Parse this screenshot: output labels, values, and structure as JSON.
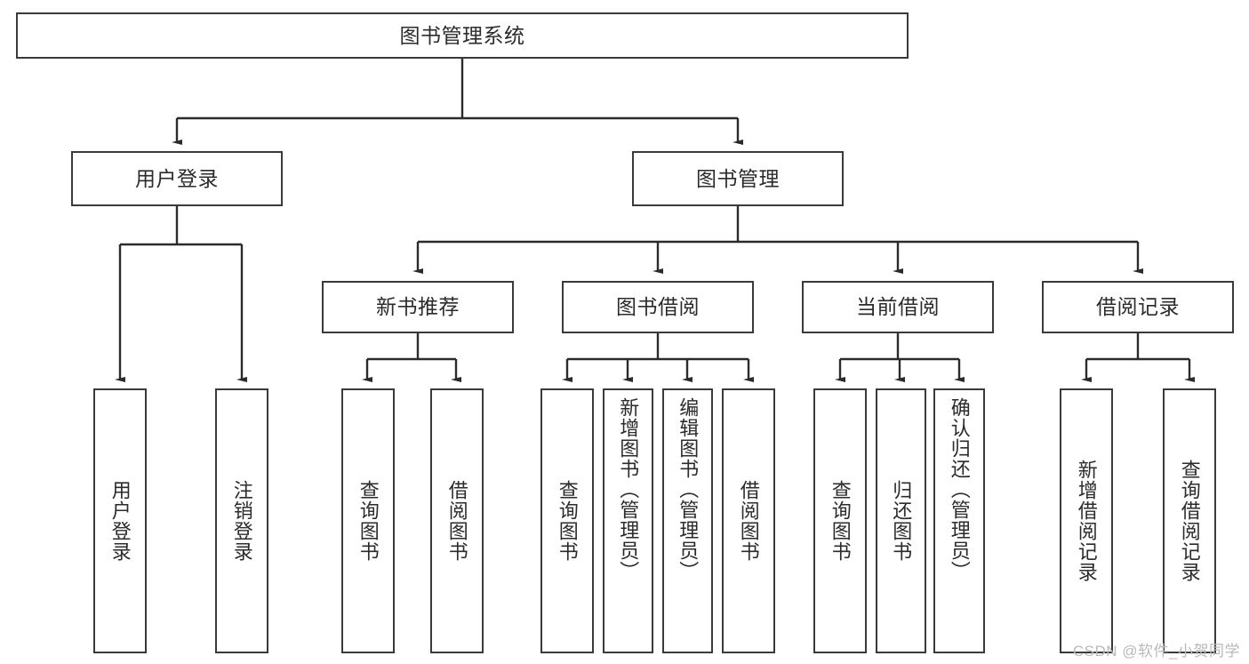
{
  "diagram": {
    "title": "图书管理系统",
    "type": "hierarchy-tree",
    "watermark": "CSDN @软件_小贺同学",
    "colors": {
      "box_border": "#3a3a3a",
      "box_fill": "#ffffff",
      "edge": "#2b2b2b",
      "text": "#2b2b2b",
      "watermark": "#b9b9b9",
      "background": "#ffffff"
    },
    "levels": {
      "level0": [
        {
          "id": "root",
          "label": "图书管理系统",
          "orientation": "horizontal"
        }
      ],
      "level1": [
        {
          "id": "user-login",
          "label": "用户登录",
          "orientation": "horizontal"
        },
        {
          "id": "book-management",
          "label": "图书管理",
          "orientation": "horizontal"
        }
      ],
      "level2": [
        {
          "id": "new-book-recommend",
          "label": "新书推荐",
          "orientation": "horizontal",
          "parent": "book-management"
        },
        {
          "id": "book-borrow",
          "label": "图书借阅",
          "orientation": "horizontal",
          "parent": "book-management"
        },
        {
          "id": "current-borrow",
          "label": "当前借阅",
          "orientation": "horizontal",
          "parent": "book-management"
        },
        {
          "id": "borrow-record",
          "label": "借阅记录",
          "orientation": "horizontal",
          "parent": "book-management"
        }
      ],
      "level3": [
        {
          "id": "leaf-user-login",
          "label": "用户登录",
          "orientation": "vertical",
          "parent": "user-login"
        },
        {
          "id": "leaf-logout",
          "label": "注销登录",
          "orientation": "vertical",
          "parent": "user-login"
        },
        {
          "id": "leaf-query-book-1",
          "label": "查询图书",
          "orientation": "vertical",
          "parent": "new-book-recommend"
        },
        {
          "id": "leaf-borrow-book-1",
          "label": "借阅图书",
          "orientation": "vertical",
          "parent": "new-book-recommend"
        },
        {
          "id": "leaf-query-book-2",
          "label": "查询图书",
          "orientation": "vertical",
          "parent": "book-borrow"
        },
        {
          "id": "leaf-add-book",
          "label": "新增图书（管理员）",
          "orientation": "vertical",
          "parent": "book-borrow"
        },
        {
          "id": "leaf-edit-book",
          "label": "编辑图书（管理员）",
          "orientation": "vertical",
          "parent": "book-borrow"
        },
        {
          "id": "leaf-borrow-book-2",
          "label": "借阅图书",
          "orientation": "vertical",
          "parent": "book-borrow"
        },
        {
          "id": "leaf-query-book-3",
          "label": "查询图书",
          "orientation": "vertical",
          "parent": "current-borrow"
        },
        {
          "id": "leaf-return-book",
          "label": "归还图书",
          "orientation": "vertical",
          "parent": "current-borrow"
        },
        {
          "id": "leaf-confirm-return",
          "label": "确认归还（管理员）",
          "orientation": "vertical",
          "parent": "current-borrow"
        },
        {
          "id": "leaf-add-record",
          "label": "新增借阅记录",
          "orientation": "vertical",
          "parent": "borrow-record"
        },
        {
          "id": "leaf-query-record",
          "label": "查询借阅记录",
          "orientation": "vertical",
          "parent": "borrow-record"
        }
      ]
    }
  }
}
